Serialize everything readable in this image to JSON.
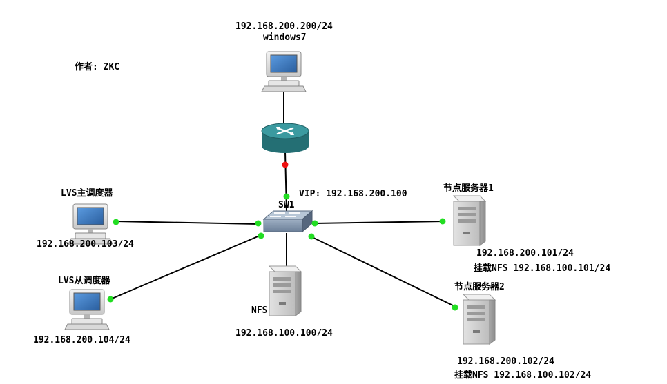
{
  "author": "作者: ZKC",
  "vip_label": "VIP: 192.168.200.100",
  "colors": {
    "link_up": "#22dd22",
    "link_down": "#ee1111",
    "router_body": "#2f8a8f",
    "screen": "#3a78c0"
  },
  "nodes": {
    "windows7": {
      "ip": "192.168.200.200/24",
      "name": "windows7",
      "icon": "pc-icon"
    },
    "router": {
      "icon": "router-icon"
    },
    "sw1": {
      "name": "SW1",
      "icon": "switch-icon"
    },
    "lvs_master": {
      "name": "LVS主调度器",
      "ip": "192.168.200.103/24",
      "icon": "pc-icon"
    },
    "lvs_backup": {
      "name": "LVS从调度器",
      "ip": "192.168.200.104/24",
      "icon": "pc-icon"
    },
    "nfs": {
      "name": "NFS",
      "ip": "192.168.100.100/24",
      "icon": "server-icon"
    },
    "node1": {
      "name": "节点服务器1",
      "ip": "192.168.200.101/24",
      "mount": "挂载NFS 192.168.100.101/24",
      "icon": "server-icon"
    },
    "node2": {
      "name": "节点服务器2",
      "ip": "192.168.200.102/24",
      "mount": "挂载NFS 192.168.100.102/24",
      "icon": "server-icon"
    }
  }
}
